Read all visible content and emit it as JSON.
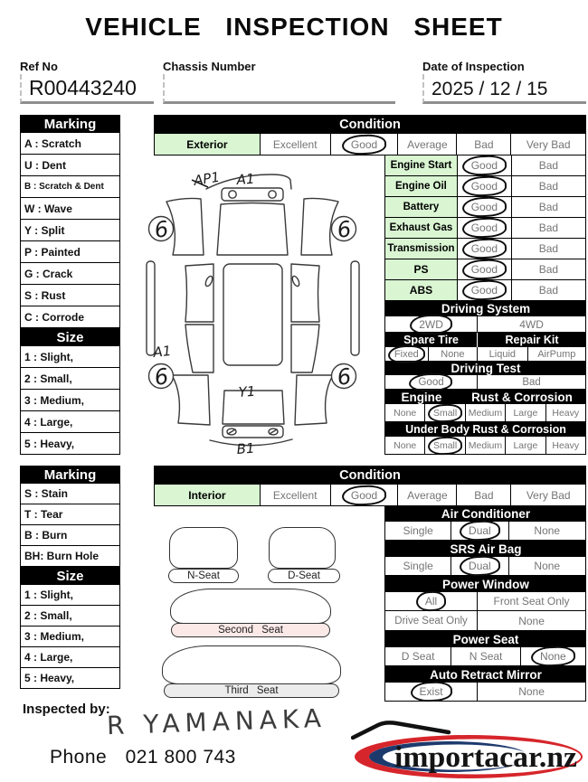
{
  "title": "VEHICLE INSPECTION SHEET",
  "fields": {
    "ref_no_label": "Ref No",
    "ref_no_value": "R00443240",
    "chassis_label": "Chassis Number",
    "chassis_value": "",
    "date_label": "Date of Inspection",
    "date_value": "2025 / 12 / 15"
  },
  "exterior_panel": {
    "marking_header": "Marking",
    "marking_items": [
      "A : Scratch",
      "U : Dent",
      "B : Scratch & Dent",
      "W : Wave",
      "Y : Split",
      "P : Painted",
      "G : Crack",
      "S : Rust",
      "C : Corrode"
    ],
    "size_header": "Size",
    "size_items": [
      "1 : Slight,",
      "2 : Small,",
      "3 : Medium,",
      "4 : Large,",
      "5 : Heavy,"
    ]
  },
  "interior_panel": {
    "marking_header": "Marking",
    "marking_items": [
      "S : Stain",
      "T : Tear",
      "B : Burn",
      "BH: Burn Hole"
    ],
    "size_header": "Size",
    "size_items": [
      "1 : Slight,",
      "2 : Small,",
      "3 : Medium,",
      "4 : Large,",
      "5 : Heavy,"
    ]
  },
  "exterior_condition": {
    "header": "Condition",
    "label": "Exterior",
    "options": [
      "Excellent",
      "Good",
      "Average",
      "Bad",
      "Very Bad"
    ],
    "selected": "Good"
  },
  "interior_condition": {
    "header": "Condition",
    "label": "Interior",
    "options": [
      "Excellent",
      "Good",
      "Average",
      "Bad",
      "Very Bad"
    ],
    "selected": "Good"
  },
  "checks": [
    {
      "label": "Engine Start",
      "options": [
        "Good",
        "Bad"
      ],
      "selected": "Good"
    },
    {
      "label": "Engine Oil",
      "options": [
        "Good",
        "Bad"
      ],
      "selected": "Good"
    },
    {
      "label": "Battery",
      "options": [
        "Good",
        "Bad"
      ],
      "selected": "Good"
    },
    {
      "label": "Exhaust Gas",
      "options": [
        "Good",
        "Bad"
      ],
      "selected": "Good"
    },
    {
      "label": "Transmission",
      "options": [
        "Good",
        "Bad"
      ],
      "selected": "Good"
    },
    {
      "label": "PS",
      "options": [
        "Good",
        "Bad"
      ],
      "selected": "Good"
    },
    {
      "label": "ABS",
      "options": [
        "Good",
        "Bad"
      ],
      "selected": "Good"
    }
  ],
  "driving_system": {
    "header": "Driving System",
    "options": [
      "2WD",
      "4WD"
    ],
    "selected": "2WD"
  },
  "spare_tire": {
    "header": "Spare Tire",
    "options": [
      "Fixed",
      "None"
    ],
    "selected": "Fixed"
  },
  "repair_kit": {
    "header": "Repair Kit",
    "options": [
      "Liquid",
      "AirPump"
    ],
    "selected": ""
  },
  "driving_test": {
    "header": "Driving Test",
    "options": [
      "Good",
      "Bad"
    ],
    "selected": "Good"
  },
  "engine_rust": {
    "header_engine": "Engine",
    "header_rust": "Rust & Corrosion",
    "options": [
      "None",
      "Small",
      "Medium",
      "Large",
      "Heavy"
    ],
    "selected": "Small"
  },
  "under_body_rust": {
    "header": "Under Body Rust & Corrosion",
    "options": [
      "None",
      "Small",
      "Medium",
      "Large",
      "Heavy"
    ],
    "selected": "Small"
  },
  "air_conditioner": {
    "header": "Air Conditioner",
    "options": [
      "Single",
      "Dual",
      "None"
    ],
    "selected": "Dual"
  },
  "srs_air_bag": {
    "header": "SRS Air Bag",
    "options": [
      "Single",
      "Dual",
      "None"
    ],
    "selected": "Dual"
  },
  "power_window": {
    "header": "Power Window",
    "row1": [
      "All",
      "Front Seat Only"
    ],
    "row2": [
      "Drive Seat Only",
      "None"
    ],
    "selected": "All"
  },
  "power_seat": {
    "header": "Power Seat",
    "options": [
      "D Seat",
      "N Seat",
      "None"
    ],
    "selected": "None"
  },
  "auto_retract_mirror": {
    "header": "Auto Retract Mirror",
    "options": [
      "Exist",
      "None"
    ],
    "selected": "Exist"
  },
  "car_diagram": {
    "annotations": {
      "front_mark_1": "AP1",
      "front_mark_2": "A1",
      "left_side_mark": "A1",
      "rear_window_mark": "Y1",
      "rear_bumper_mark": "B1"
    },
    "tire_depths": [
      "6",
      "6",
      "6",
      "6"
    ]
  },
  "seats": {
    "n_seat": "N-Seat",
    "d_seat": "D-Seat",
    "second_seat": "Second Seat",
    "third_seat": "Third Seat"
  },
  "footer": {
    "inspected_by_label": "Inspected by:",
    "signature": "R YAMANAKA",
    "phone_label": "Phone",
    "phone_value": "021 800 743",
    "logo_text": "importacar.nz"
  },
  "colors": {
    "green_cell": "#d9f5d2",
    "second_seat_pink": "#fbe9e8",
    "third_seat_gray": "#ececec",
    "logo_red": "#d6252b",
    "logo_navy": "#1d3a6d"
  }
}
